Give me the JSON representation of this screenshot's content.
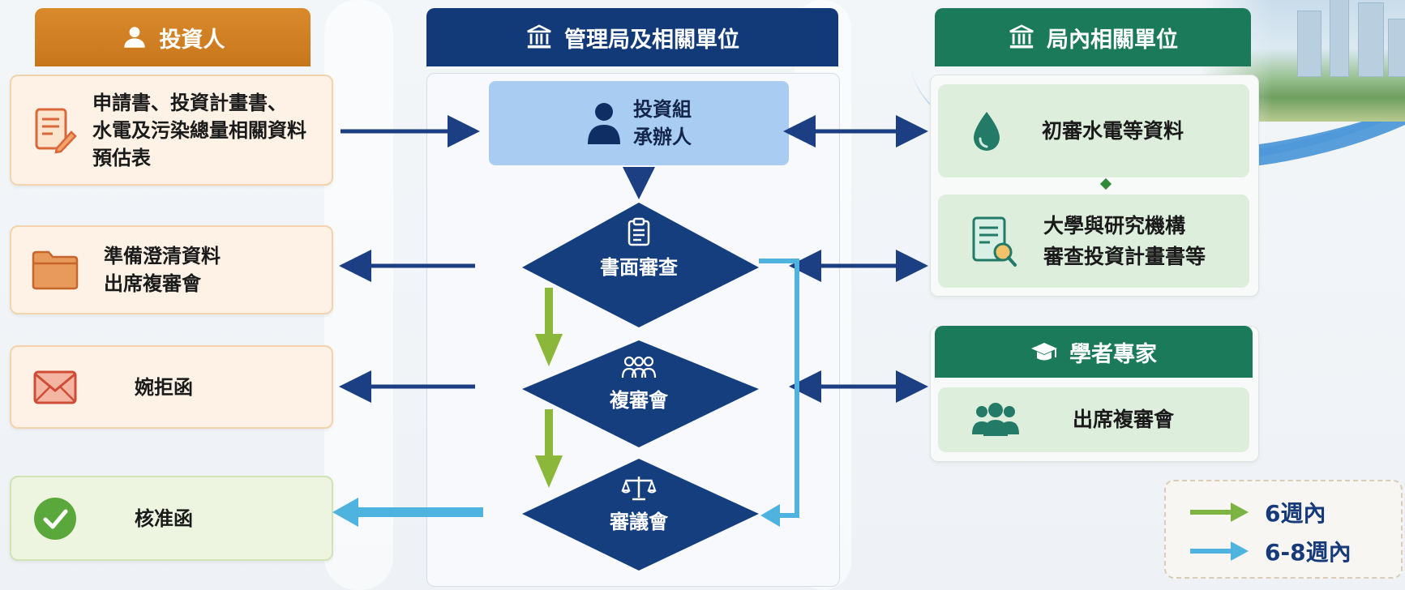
{
  "headers": {
    "investor": "投資人",
    "authority": "管理局及相關單位",
    "internal": "局內相關單位",
    "experts": "學者專家"
  },
  "investor_boxes": [
    {
      "lines": [
        "申請書、投資計畫書、",
        "水電及污染總量相關資料",
        "預估表"
      ],
      "icon": "document-edit-icon"
    },
    {
      "lines": [
        "準備澄清資料",
        "出席複審會"
      ],
      "icon": "folder-icon"
    },
    {
      "lines": [
        "婉拒函"
      ],
      "icon": "envelope-icon"
    },
    {
      "lines": [
        "核准函"
      ],
      "icon": "check-circle-icon"
    }
  ],
  "handler": {
    "lines": [
      "投資組",
      "承辦人"
    ]
  },
  "steps": [
    {
      "label": "書面審查",
      "icon": "clipboard-icon"
    },
    {
      "label": "複審會",
      "icon": "people-icon"
    },
    {
      "label": "審議會",
      "icon": "scales-icon"
    }
  ],
  "internal_boxes": [
    {
      "lines": [
        "初審水電等資料"
      ],
      "icon": "water-drop-icon"
    },
    {
      "lines": [
        "大學與研究機構",
        "審查投資計畫書等"
      ],
      "icon": "document-search-icon"
    }
  ],
  "experts_box": {
    "lines": [
      "出席複審會"
    ],
    "icon": "group-icon"
  },
  "legend": [
    {
      "label": "6週內",
      "color": "#7cb342"
    },
    {
      "label": "6-8週內",
      "color": "#4fb3e0"
    }
  ],
  "colors": {
    "orange": "#d98a2b",
    "navy": "#123a78",
    "green": "#1b7a5a",
    "diamond": "#153e7e",
    "arrow_navy": "#1b3f82",
    "arrow_green": "#8bb83a",
    "arrow_blue": "#4fb3e0"
  }
}
